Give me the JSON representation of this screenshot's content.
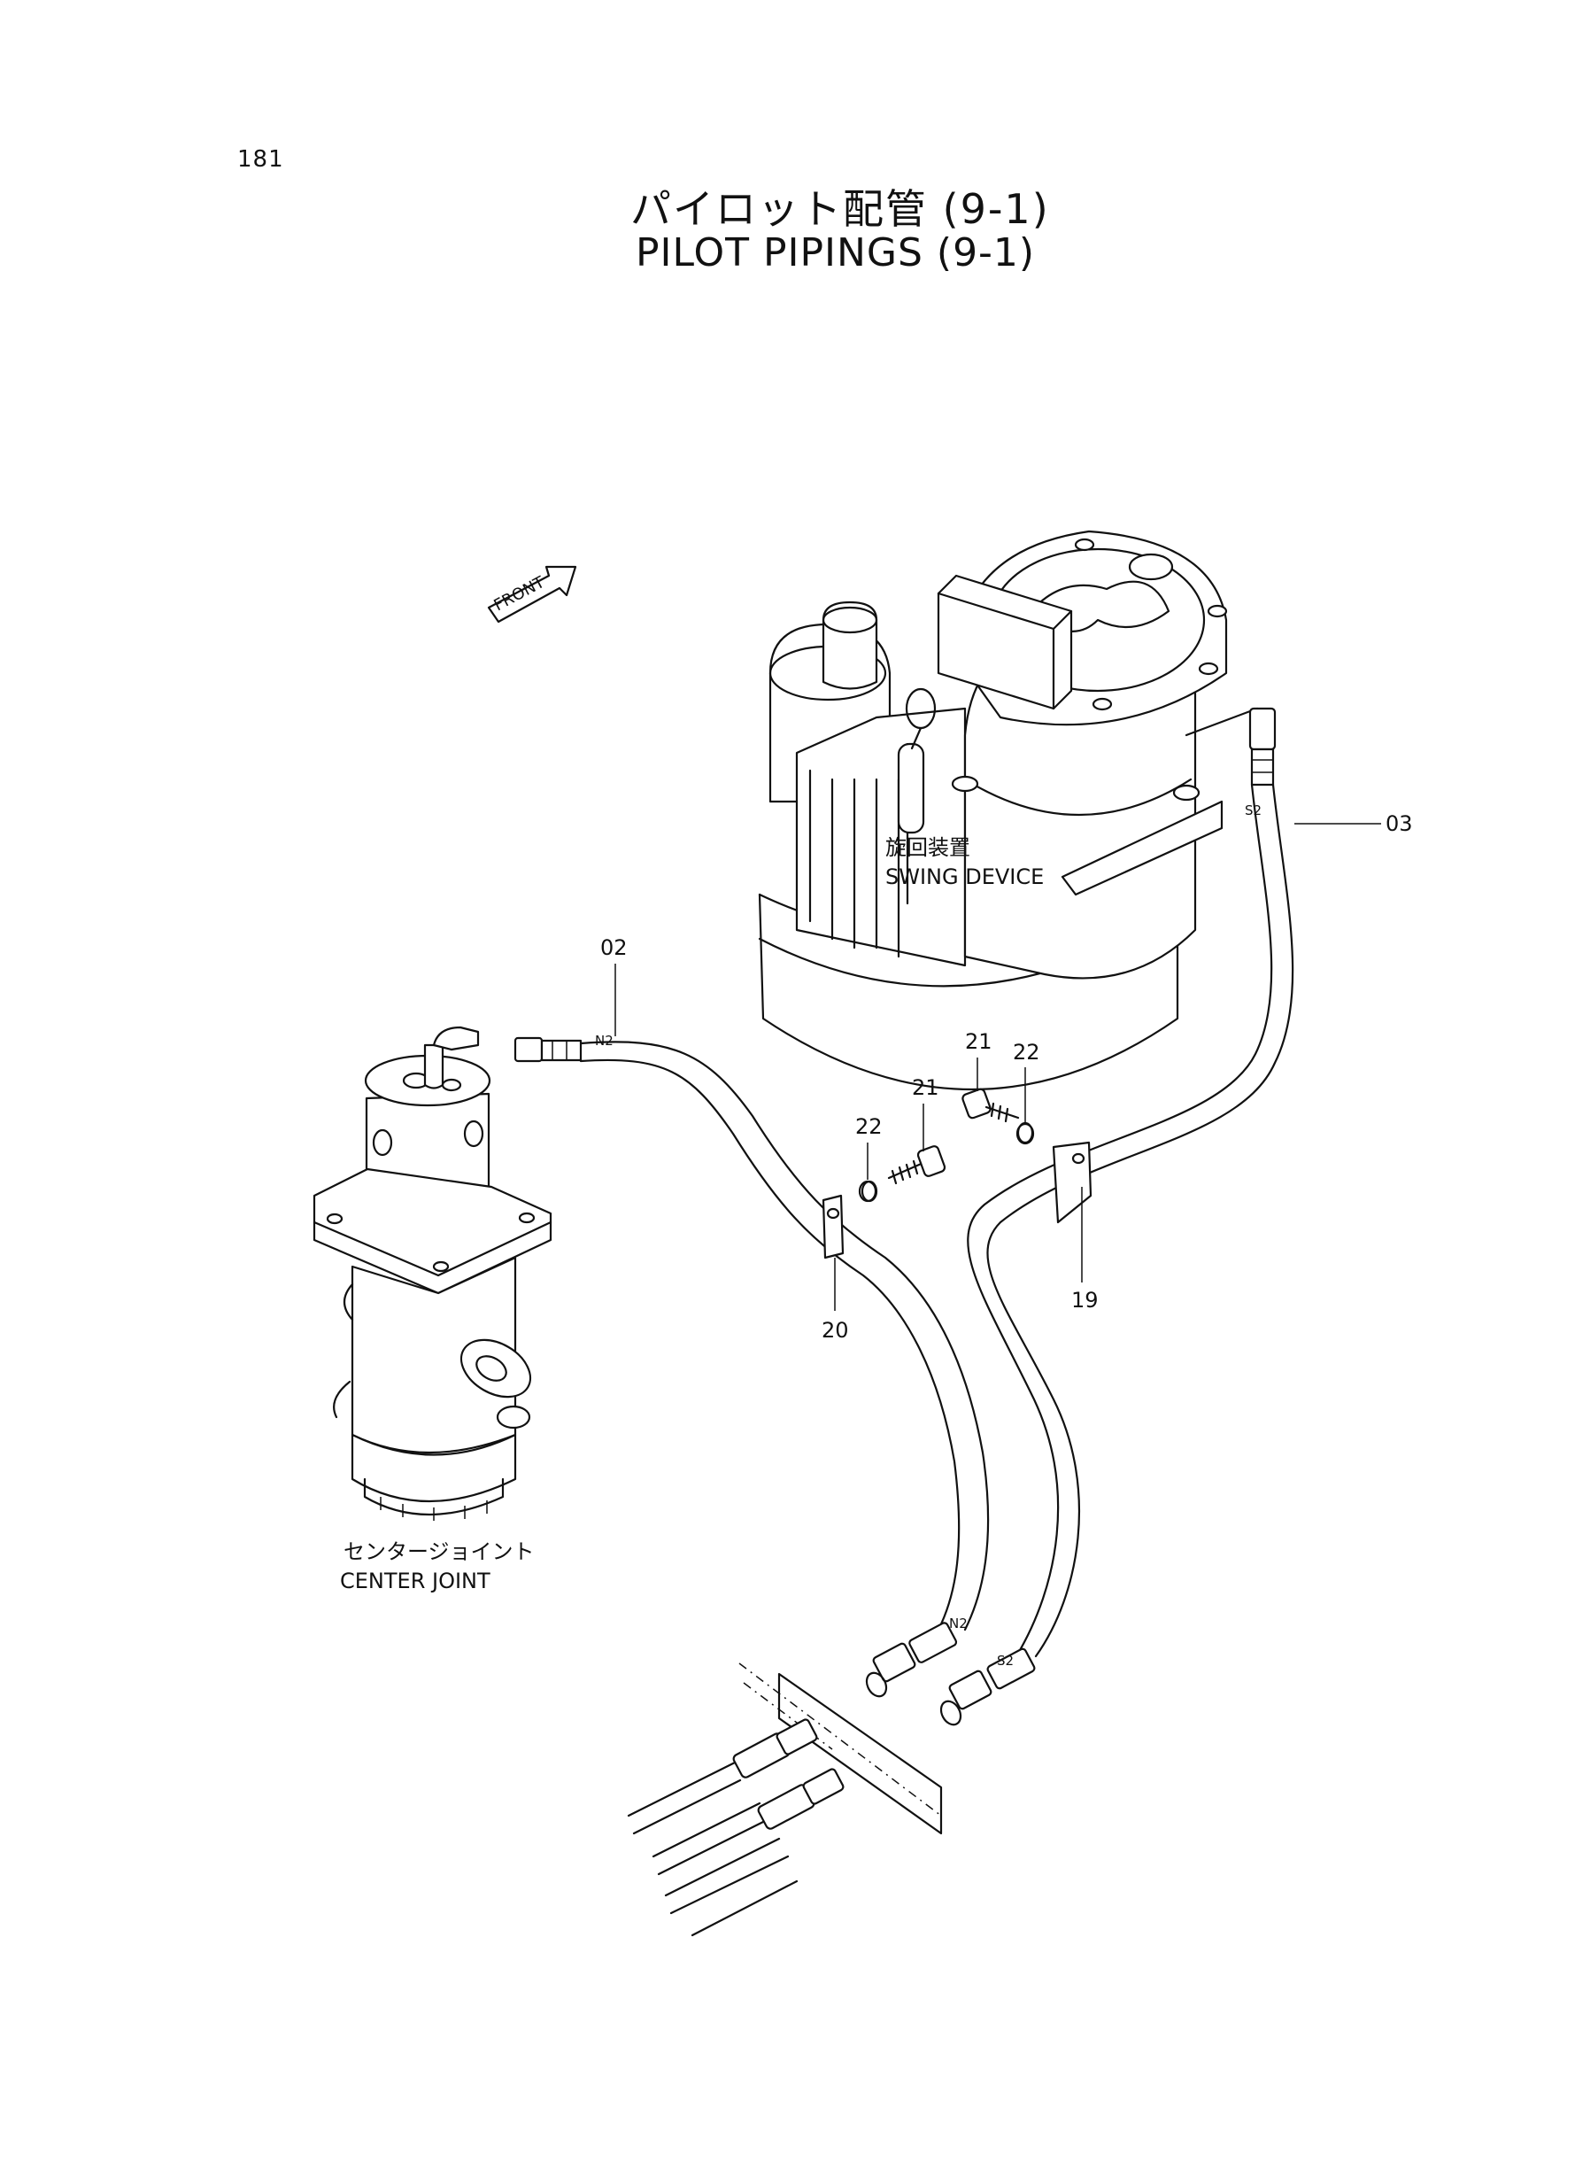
{
  "page_number": "181",
  "title_jp": "パイロット配管 (9-1)",
  "title_en": "PILOT PIPINGS (9-1)",
  "front_label": "FRONT",
  "components": {
    "swing_device": {
      "label_jp": "旋回装置",
      "label_en": "SWING DEVICE"
    },
    "center_joint": {
      "label_jp": "センタージョイント",
      "label_en": "CENTER JOINT"
    }
  },
  "port_labels": {
    "n2_top": "N2",
    "s2_top": "S2",
    "n2_bottom": "N2",
    "s2_bottom": "S2"
  },
  "callouts": {
    "p02": "02",
    "p03": "03",
    "p19": "19",
    "p20": "20",
    "p21_left": "21",
    "p21_right": "21",
    "p22_left": "22",
    "p22_right": "22"
  }
}
